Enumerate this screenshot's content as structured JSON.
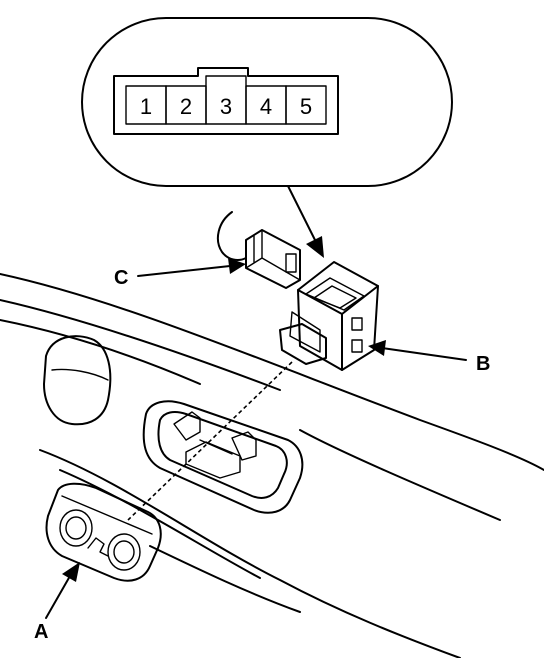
{
  "connector_pins": [
    "1",
    "2",
    "3",
    "4",
    "5"
  ],
  "callouts": {
    "a": "A",
    "b": "B",
    "c": "C"
  }
}
